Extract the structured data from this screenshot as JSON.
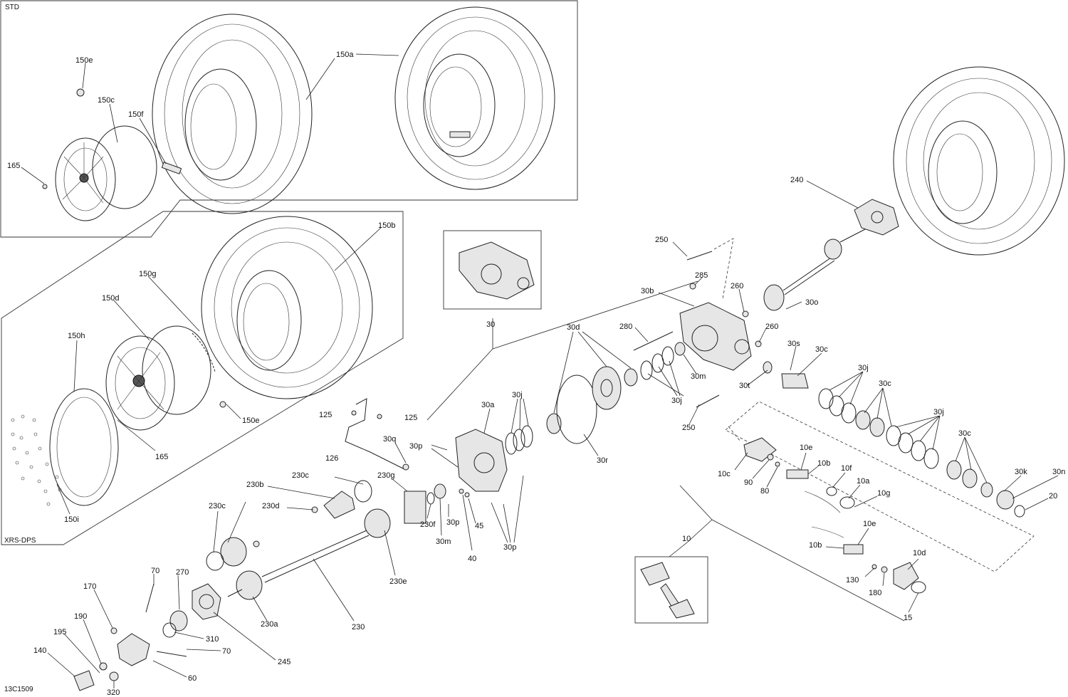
{
  "diagram": {
    "std_tag": "STD",
    "xrs_tag": "XRS-DPS",
    "drawing_number": "13C1509"
  },
  "labels": {
    "l150e_a": "150e",
    "l150c": "150c",
    "l150f": "150f",
    "l165_a": "165",
    "l150a": "150a",
    "l150b": "150b",
    "l150g": "150g",
    "l150d": "150d",
    "l150h": "150h",
    "l150e_b": "150e",
    "l165_b": "165",
    "l150i": "150i",
    "l30": "30",
    "l125_a": "125",
    "l125_b": "125",
    "l126": "126",
    "l30q": "30q",
    "l30p_a": "30p",
    "l30a": "30a",
    "l30j_a": "30j",
    "l30d": "30d",
    "l30r": "30r",
    "l230c_a": "230c",
    "l230g": "230g",
    "l230b": "230b",
    "l230d": "230d",
    "l230c_b": "230c",
    "l230f": "230f",
    "l30p_b": "30p",
    "l30m_a": "30m",
    "l45": "45",
    "l40": "40",
    "l30p_c": "30p",
    "l230e": "230e",
    "l250_a": "250",
    "l285": "285",
    "l30b": "30b",
    "l260_a": "260",
    "l30o": "30o",
    "l280": "280",
    "l260_b": "260",
    "l30s": "30s",
    "l30c_a": "30c",
    "l30m_b": "30m",
    "l30t": "30t",
    "l30j_b": "30j",
    "l250_b": "250",
    "l30j_c": "30j",
    "l30c_b": "30c",
    "l30j_d": "30j",
    "l30c_c": "30c",
    "l30k": "30k",
    "l30n": "30n",
    "l20": "20",
    "l240": "240",
    "l10c": "10c",
    "l90": "90",
    "l80": "80",
    "l10e_a": "10e",
    "l10b_a": "10b",
    "l10f": "10f",
    "l10a": "10a",
    "l10g": "10g",
    "l10e_b": "10e",
    "l10b_b": "10b",
    "l10d": "10d",
    "l130": "130",
    "l180": "180",
    "l15": "15",
    "l10": "10",
    "l70_a": "70",
    "l170": "170",
    "l270": "270",
    "l190": "190",
    "l195": "195",
    "l140": "140",
    "l310": "310",
    "l70_b": "70",
    "l60": "60",
    "l320": "320",
    "l245": "245",
    "l230a": "230a",
    "l230": "230"
  }
}
